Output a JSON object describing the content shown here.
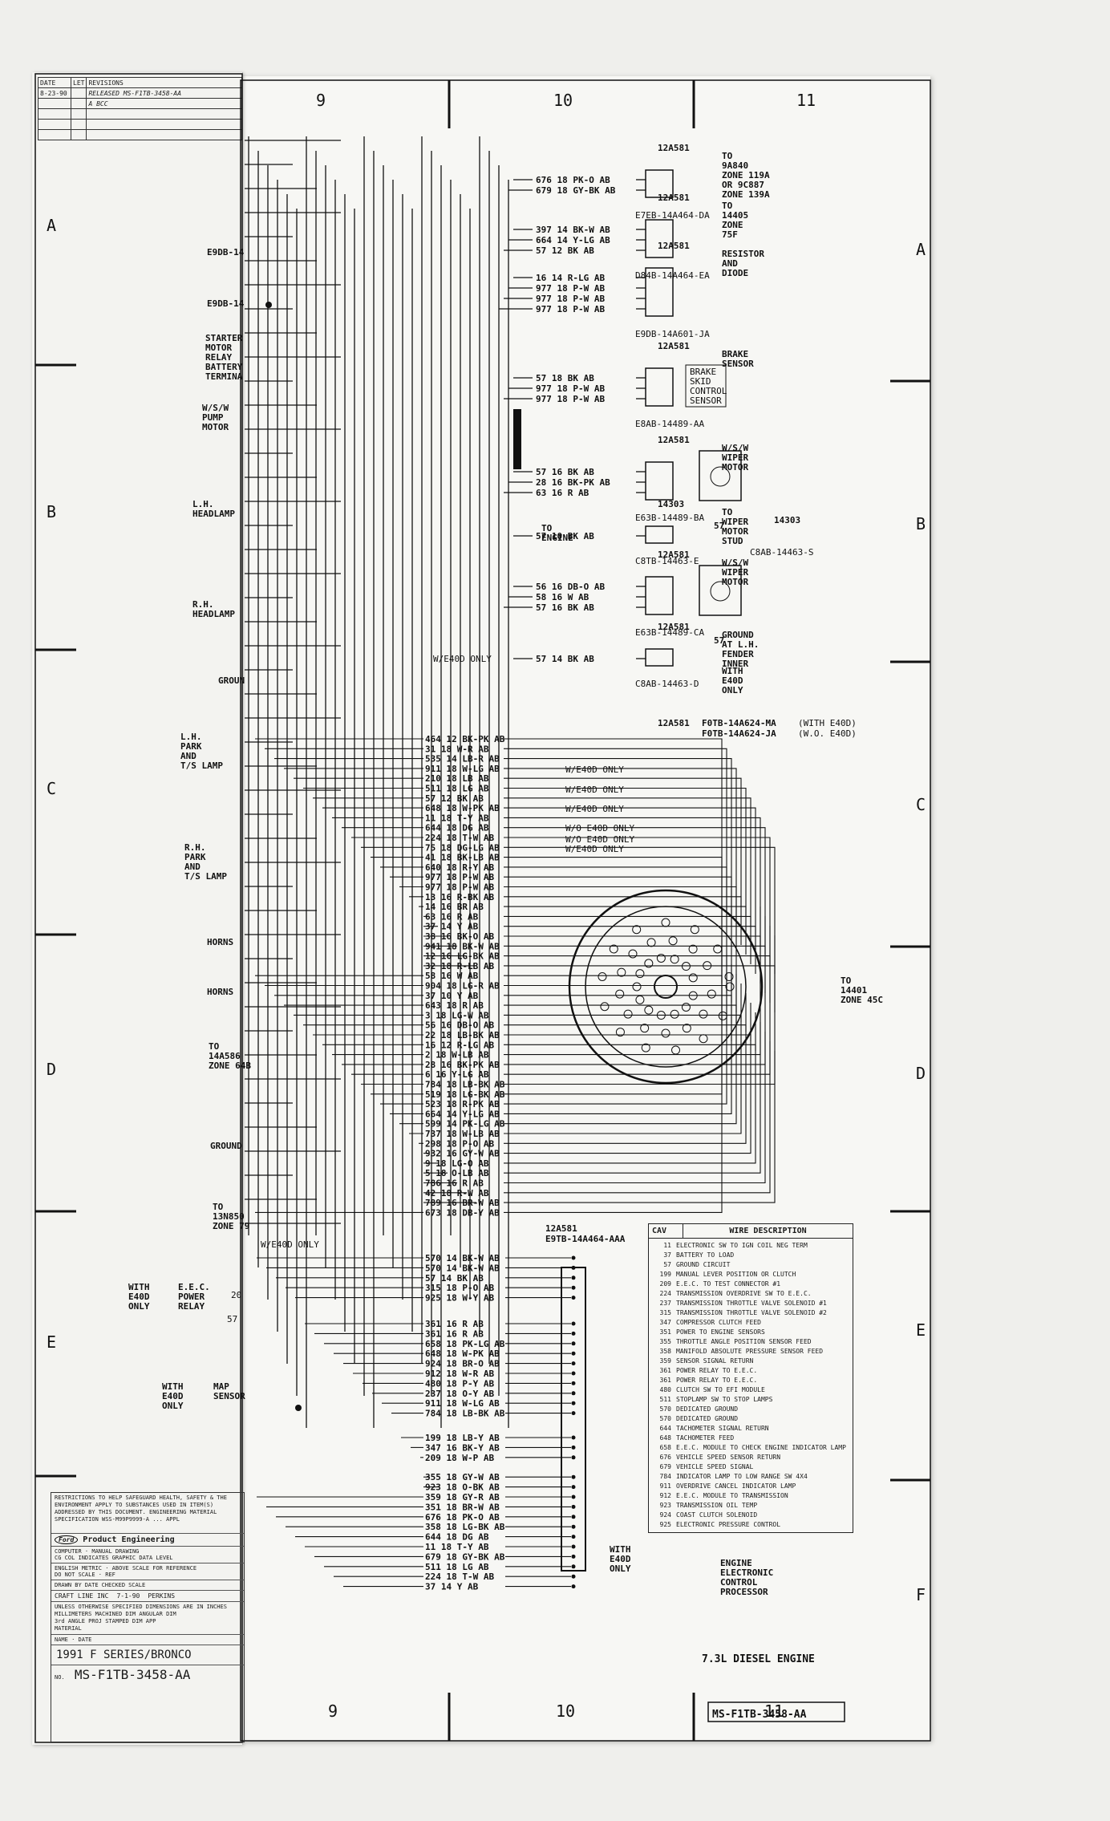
{
  "revisions": {
    "header": [
      "DATE",
      "LET",
      "REVISIONS"
    ],
    "rows": [
      [
        "8-23-90",
        "",
        "RELEASED MS-F1TB-3458-AA"
      ],
      [
        "",
        "",
        "A BCC"
      ]
    ]
  },
  "grid": {
    "columns_top": [
      "9",
      "10",
      "11"
    ],
    "columns_bottom": [
      "9",
      "10",
      "11"
    ],
    "rows_left": [
      "A",
      "B",
      "C",
      "D",
      "E"
    ],
    "rows_right": [
      "A",
      "B",
      "C",
      "D",
      "E",
      "F"
    ]
  },
  "left_labels": [
    "E9DB-14",
    "E9DB-14",
    "STARTER\nMOTOR\nRELAY\nBATTERY\nTERMINA",
    "W/S/W\nPUMP\nMOTOR",
    "L.H.\nHEADLAMP",
    "R.H.\nHEADLAMP",
    "GROUN",
    "L.H.\nPARK\nAND\nT/S LAMP",
    "R.H.\nPARK\nAND\nT/S LAMP",
    "HORNS",
    "HORNS",
    "TO\n14A586\nZONE 64B",
    "GROUND",
    "TO\n13N850\nZONE 79",
    "WITH\nE40D\nONLY",
    "E.E.C.\nPOWER\nRELAY",
    "WITH\nE40D\nONLY",
    "MAP\nSENSOR"
  ],
  "connectors": [
    {
      "id": "c1",
      "code": "12A581",
      "wires": [
        "676 18 PK-O AB",
        "679 18 GY-BK AB"
      ],
      "part": "E7EB-14A464-DA",
      "dest": "TO\n9A840\nZONE 119A\nOR 9C887\nZONE 139A"
    },
    {
      "id": "c2",
      "code": "12A581",
      "wires": [
        "397 14 BK-W AB",
        "664 14 Y-LG AB",
        "57 12 BK AB"
      ],
      "part": "D84B-14A464-EA",
      "dest": "TO\n14405\nZONE\n75F"
    },
    {
      "id": "c3",
      "code": "12A581",
      "wires": [
        "16 14 R-LG AB",
        "977 18 P-W AB",
        "977 18 P-W AB",
        "977 18 P-W AB"
      ],
      "part": "E9DB-14A601-JA",
      "dest": "RESISTOR\nAND\nDIODE"
    },
    {
      "id": "c4",
      "code": "12A581",
      "wires": [
        "57 18 BK AB",
        "977 18 P-W AB",
        "977 18 P-W AB"
      ],
      "part": "E8AB-14489-AA",
      "dest": "BRAKE\nSENSOR",
      "box": "BRAKE\nSKID\nCONTROL\nSENSOR"
    },
    {
      "id": "c5",
      "code": "12A581",
      "wires": [
        "57 16 BK AB",
        "28 16 BK-PK AB",
        "63 16 R AB"
      ],
      "part": "E63B-14489-BA",
      "dest": "W/S/W\nWIPER\nMOTOR",
      "num": "57"
    },
    {
      "id": "c6",
      "code": "14303",
      "wires": [
        "57 10 BK AB"
      ],
      "part": "C8TB-14463-E",
      "part2": "C8AB-14463-S",
      "code2": "14303",
      "src": "TO\nENGINE",
      "dest": "TO\nWIPER\nMOTOR\nSTUD"
    },
    {
      "id": "c7",
      "code": "12A581",
      "wires": [
        "56 16 DB-O AB",
        "58 16 W AB",
        "57 16 BK AB"
      ],
      "part": "E63B-14489-CA",
      "dest": "W/S/W\nWIPER\nMOTOR",
      "num": "57"
    },
    {
      "id": "c8",
      "code": "12A581",
      "wires": [
        "57 14 BK AB"
      ],
      "part": "C8AB-14463-D",
      "note": "W/E40D ONLY",
      "dest": "GROUND\nAT L.H.\nFENDER\nINNER",
      "dest2": "WITH\nE40D\nONLY"
    }
  ],
  "round_connector": {
    "code": "12A581",
    "parts": [
      "F0TB-14A624-MA",
      "F0TB-14A624-JA"
    ],
    "part_notes": [
      "(WITH E40D)",
      "(W.O. E40D)"
    ],
    "dest": "TO\n14401\nZONE 45C",
    "wires": [
      "464 12 BK-PK AB",
      "31 18 W-R AB",
      "535 14 LB-R AB",
      "911 18 W-LG AB",
      "210 18 LB AB",
      "511 18 LG AB",
      "57 12 BK AB",
      "648 18 W-PK AB",
      "11 18 T-Y AB",
      "644 18 DG AB",
      "224 18 T-W AB",
      "75 18 DG-LG AB",
      "41 18 BK-LB AB",
      "640 18 R-Y AB",
      "977 18 P-W AB",
      "977 18 P-W AB",
      "13 16 R-BK AB",
      "14 16 BR AB",
      "63 16 R AB",
      "37 14 Y AB",
      "38 16 BK-O AB",
      "941 18 BK-W AB",
      "12 16 LG-BK AB",
      "32 18 R-LB AB",
      "58 16 W AB",
      "904 18 LG-R AB",
      "37 10 Y AB",
      "643 18 R AB",
      "3 18 LG-W AB",
      "56 16 DB-O AB",
      "22 18 LB-BK AB",
      "16 12 R-LG AB",
      "2 18 W-LB AB",
      "28 16 BK-PK AB",
      "6 16 Y-LG AB",
      "784 18 LB-BK AB",
      "519 18 LG-BK AB",
      "523 18 R-PK AB",
      "664 14 Y-LG AB",
      "599 14 PK-LG AB",
      "737 18 W-LB AB",
      "298 18 P-O AB",
      "932 16 GY-W AB",
      "9 18 LG-O AB",
      "5 18 O-LB AB",
      "786 16 R AB",
      "42 18 R-W AB",
      "789 16 BR-W AB",
      "673 18 DB-Y AB"
    ],
    "notes": [
      "W/E40D ONLY",
      "W/E40D ONLY",
      "W/E40D ONLY",
      "W/O E40D ONLY",
      "W/O E40D ONLY",
      "W/E40D ONLY"
    ]
  },
  "processor_connector": {
    "code": "12A581",
    "part": "E9TB-14A464-AAA",
    "note_top": "W/E40D ONLY",
    "label": "ENGINE\nELECTRONIC\nCONTROL\nPROCESSOR",
    "with": "WITH\nE40D\nONLY",
    "wires": [
      "570 14 BK-W AB",
      "570 14 BK-W AB",
      "57 14 BK AB",
      "315 18 P-O AB",
      "925 18 W-Y AB",
      "361 16 R AB",
      "361 16 R AB",
      "658 18 PK-LG AB",
      "648 18 W-PK AB",
      "924 18 BR-O AB",
      "912 18 W-R AB",
      "480 18 P-Y AB",
      "237 18 O-Y AB",
      "911 18 W-LG AB",
      "784 18 LB-BK AB",
      "199 18 LB-Y AB",
      "347 16 BK-Y AB",
      "209 18 W-P AB",
      "355 18 GY-W AB",
      "923 18 O-BK AB",
      "359 18 GY-R AB",
      "351 18 BR-W AB",
      "676 18 PK-O AB",
      "358 18 LG-BK AB",
      "644 18 DG AB",
      "11 18 T-Y AB",
      "679 18 GY-BK AB",
      "511 18 LG AB",
      "224 18 T-W AB",
      "37 14 Y AB"
    ]
  },
  "relay_pins": [
    "20",
    "57"
  ],
  "cav_table": {
    "headers": [
      "CAV",
      "WIRE DESCRIPTION"
    ],
    "rows": [
      [
        "11",
        "ELECTRONIC SW TO IGN COIL NEG TERM"
      ],
      [
        "37",
        "BATTERY TO LOAD"
      ],
      [
        "57",
        "GROUND CIRCUIT"
      ],
      [
        "199",
        "MANUAL LEVER POSITION OR CLUTCH"
      ],
      [
        "209",
        "E.E.C. TO TEST CONNECTOR #1"
      ],
      [
        "224",
        "TRANSMISSION OVERDRIVE SW TO E.E.C."
      ],
      [
        "237",
        "TRANSMISSION THROTTLE VALVE SOLENOID #1"
      ],
      [
        "315",
        "TRANSMISSION THROTTLE VALVE SOLENOID #2"
      ],
      [
        "347",
        "COMPRESSOR CLUTCH FEED"
      ],
      [
        "351",
        "POWER TO ENGINE SENSORS"
      ],
      [
        "355",
        "THROTTLE ANGLE POSITION SENSOR FEED"
      ],
      [
        "358",
        "MANIFOLD ABSOLUTE PRESSURE SENSOR FEED"
      ],
      [
        "359",
        "SENSOR SIGNAL RETURN"
      ],
      [
        "361",
        "POWER RELAY TO E.E.C."
      ],
      [
        "361",
        "POWER RELAY TO E.E.C."
      ],
      [
        "480",
        "CLUTCH SW TO EFI MODULE"
      ],
      [
        "511",
        "STOPLAMP SW TO STOP LAMPS"
      ],
      [
        "570",
        "DEDICATED GROUND"
      ],
      [
        "570",
        "DEDICATED GROUND"
      ],
      [
        "644",
        "TACHOMETER SIGNAL RETURN"
      ],
      [
        "648",
        "TACHOMETER FEED"
      ],
      [
        "658",
        "E.E.C. MODULE TO CHECK ENGINE INDICATOR LAMP"
      ],
      [
        "676",
        "VEHICLE SPEED SENSOR RETURN"
      ],
      [
        "679",
        "VEHICLE SPEED SIGNAL"
      ],
      [
        "784",
        "INDICATOR LAMP TO LOW RANGE SW 4X4"
      ],
      [
        "911",
        "OVERDRIVE CANCEL INDICATOR LAMP"
      ],
      [
        "912",
        "E.E.C. MODULE TO TRANSMISSION"
      ],
      [
        "923",
        "TRANSMISSION OIL TEMP"
      ],
      [
        "924",
        "COAST CLUTCH SOLENOID"
      ],
      [
        "925",
        "ELECTRONIC PRESSURE CONTROL"
      ]
    ]
  },
  "title_block": {
    "restrictions": "RESTRICTIONS TO HELP SAFEGUARD HEALTH, SAFETY & THE ENVIRONMENT APPLY TO SUBSTANCES USED IN ITEM(S) ADDRESSED BY THIS DOCUMENT. ENGINEERING MATERIAL SPECIFICATION WSS-M99P9999-A ... APPL",
    "company": "Product Engineering",
    "options": [
      "COMPUTER",
      "MANUAL DRAWING"
    ],
    "cg_note": "CG COL INDICATES GRAPHIC DATA LEVEL",
    "scale_label": "ENGLISH METRIC",
    "above_scale": "ABOVE SCALE FOR REFERENCE",
    "do_not_scale": "DO NOT SCALE",
    "ref": "REF",
    "drawn_by_label": "DRAWN BY",
    "date_label": "DATE",
    "checked_label": "CHECKED",
    "scale_col": "SCALE",
    "drawn_by": "CRAFT LINE INC",
    "date": "7-1-90",
    "checked": "PERKINS",
    "dims": "UNLESS OTHERWISE SPECIFIED DIMENSIONS ARE IN INCHES MILLIMETERS MACHINED DIM ANGULAR DIM",
    "angle": "3rd ANGLE PROJ STAMPED DIM APP",
    "material": "MATERIAL",
    "name_label": "NAME",
    "date2": "DATE",
    "name": "1991 F SERIES/BRONCO",
    "no_label": "NO.",
    "number": "MS-F1TB-3458-AA"
  },
  "footer": {
    "engine": "7.3L DIESEL ENGINE",
    "number": "MS-F1TB-3458-AA"
  }
}
